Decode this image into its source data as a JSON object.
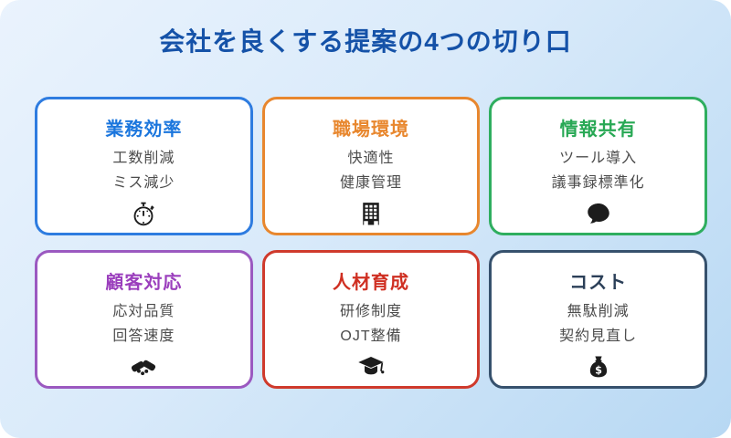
{
  "page": {
    "title": "会社を良くする提案の4つの切り口",
    "title_color": "#1552a8",
    "background": {
      "gradient_start": "#eaf3fd",
      "gradient_end": "#b7d8f3"
    }
  },
  "cards": [
    {
      "title": "業務効率",
      "lines": [
        "工数削減",
        "ミス減少"
      ],
      "icon": "stopwatch-icon",
      "border": "#2e7ce0",
      "title_color": "#1b76dd"
    },
    {
      "title": "職場環境",
      "lines": [
        "快適性",
        "健康管理"
      ],
      "icon": "office-building-icon",
      "border": "#e8872e",
      "title_color": "#e8872e"
    },
    {
      "title": "情報共有",
      "lines": [
        "ツール導入",
        "議事録標準化"
      ],
      "icon": "speech-bubble-icon",
      "border": "#2fae5f",
      "title_color": "#27a854"
    },
    {
      "title": "顧客対応",
      "lines": [
        "応対品質",
        "回答速度"
      ],
      "icon": "handshake-icon",
      "border": "#9b59c0",
      "title_color": "#9b3fbd"
    },
    {
      "title": "人材育成",
      "lines": [
        "研修制度",
        "OJT整備"
      ],
      "icon": "graduation-cap-icon",
      "border": "#cf3a2c",
      "title_color": "#cf2f22"
    },
    {
      "title": "コスト",
      "lines": [
        "無駄削減",
        "契約見直し"
      ],
      "icon": "money-bag-icon",
      "border": "#36516d",
      "title_color": "#2b3f58"
    }
  ]
}
